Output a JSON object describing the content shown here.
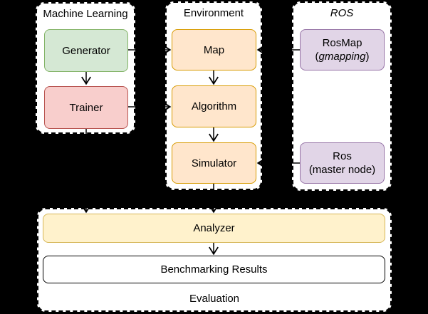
{
  "groups": {
    "machine_learning": {
      "title": "Machine Learning"
    },
    "environment": {
      "title": "Environment"
    },
    "ros": {
      "title": "ROS"
    },
    "evaluation": {
      "title": "Evaluation"
    }
  },
  "nodes": {
    "generator": {
      "label": "Generator"
    },
    "trainer": {
      "label": "Trainer"
    },
    "map": {
      "label": "Map"
    },
    "algorithm": {
      "label": "Algorithm"
    },
    "simulator": {
      "label": "Simulator"
    },
    "rosmap": {
      "line1": "RosMap",
      "line2_open": "(",
      "line2_italic": "gmapping",
      "line2_close": ")"
    },
    "ros_master": {
      "line1": "Ros",
      "line2": "(master node)"
    },
    "analyzer": {
      "label": "Analyzer"
    },
    "benchmarking_results": {
      "label": "Benchmarking Results"
    }
  },
  "colors": {
    "background": "#000000",
    "container_fill": "#ffffff",
    "container_stroke": "#000000",
    "generator_fill": "#d5e8d4",
    "generator_stroke": "#82b366",
    "trainer_fill": "#f8cecc",
    "trainer_stroke": "#b85450",
    "environment_node_fill": "#ffe6cc",
    "environment_node_stroke": "#d79b00",
    "ros_node_fill": "#e1d5e7",
    "ros_node_stroke": "#9673a6",
    "analyzer_fill": "#fff2cc",
    "analyzer_stroke": "#d6b656",
    "results_fill": "#ffffff",
    "results_stroke": "#000000",
    "arrow": "#000000",
    "text": "#000000"
  }
}
